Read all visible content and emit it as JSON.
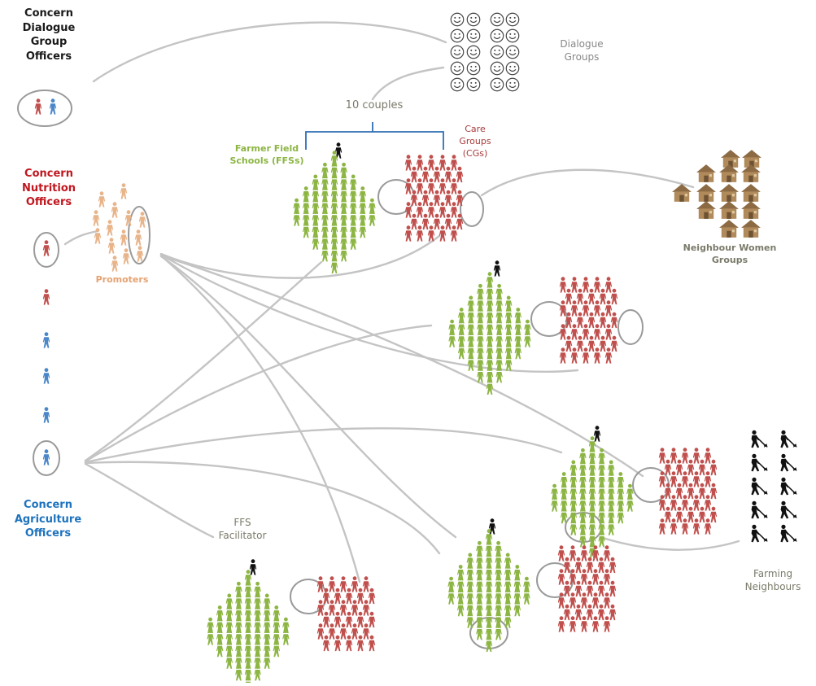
{
  "labels": {
    "dialogue_officers": "Concern\nDialogue\nGroup\nOfficers",
    "nutrition_officers": "Concern\nNutrition\nOfficers",
    "agriculture_officers": "Concern\nAgriculture\nOfficers",
    "dialogue_groups": "Dialogue\nGroups",
    "ten_couples": "10 couples",
    "ffs": "Farmer Field\nSchools (FFSs)",
    "care_groups": "Care\nGroups\n(CGs)",
    "neighbour_women": "Neighbour Women\nGroups",
    "promoters": "Promoters",
    "ffs_facilitator": "FFS\nFacilitator",
    "farming_neighbours": "Farming\nNeighbours"
  },
  "colors": {
    "green": "#8cb543",
    "red": "#c0504d",
    "orange": "#e8b48a",
    "blue": "#4a86c8",
    "gray": "#bbbbbb",
    "brace": "#2f6fb5",
    "house_wall": "#b08a5a",
    "house_roof": "#8c6a44"
  },
  "icons": [
    "person-icon",
    "smiley-icon",
    "house-icon",
    "farmer-icon"
  ]
}
